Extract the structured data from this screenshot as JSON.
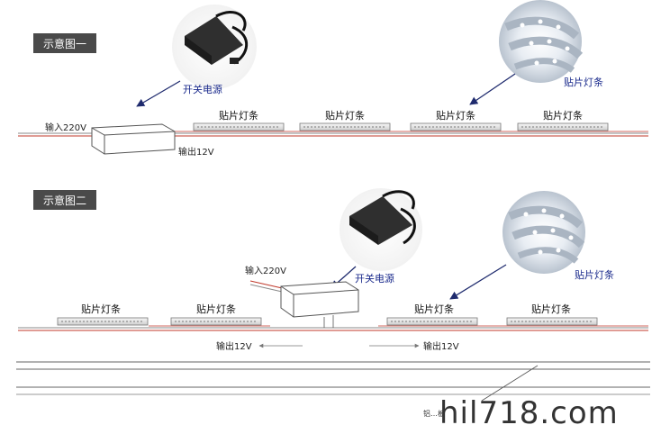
{
  "diagram1": {
    "tag": "示意图一",
    "input_label": "输入220V",
    "output_label": "输出12V",
    "power_label": "开关电源",
    "strip_callout": "贴片灯条",
    "strips": [
      "贴片灯条",
      "贴片灯条",
      "贴片灯条",
      "贴片灯条"
    ]
  },
  "diagram2": {
    "tag": "示意图二",
    "input_label": "输入220V",
    "output_left": "输出12V",
    "output_right": "输出12V",
    "power_label": "开关电源",
    "strip_callout": "贴片灯条",
    "strips": [
      "贴片灯条",
      "贴片灯条",
      "贴片灯条",
      "贴片灯条"
    ],
    "board_label": "铝…板"
  },
  "watermark": "hil718.com",
  "colors": {
    "tag_bg": "#4a4a4a",
    "wire_red": "#c0392b",
    "wire_gray": "#8a8a8a",
    "label_blue": "#1a2a8c",
    "arrow_blue": "#1f2b6e"
  }
}
